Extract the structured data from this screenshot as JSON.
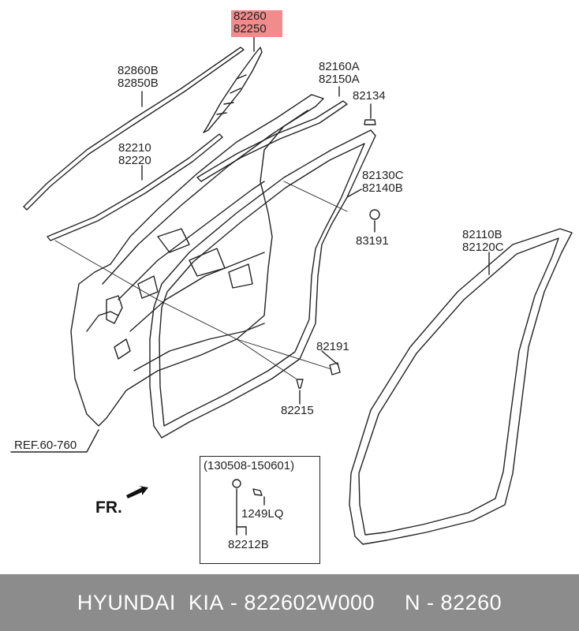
{
  "parts": {
    "p82260": "82260",
    "p82250": "82250",
    "p82860B": "82860B",
    "p82850B": "82850B",
    "p82160A": "82160A",
    "p82150A": "82150A",
    "p82134": "82134",
    "p82210": "82210",
    "p82220": "82220",
    "p82130C": "82130C",
    "p82140B": "82140B",
    "p83191": "83191",
    "p82110B": "82110B",
    "p82120C": "82120C",
    "p82191": "82191",
    "p82215": "82215",
    "p1249LQ": "1249LQ",
    "p82212B": "82212B"
  },
  "highlight_color": "#f28c8c",
  "reference": "REF.60-760",
  "direction_label": "FR.",
  "inset": {
    "date_range": "(130508-150601)"
  },
  "footer": {
    "brand": "HYUNDAI  KIA",
    "separator": " - ",
    "part_number": "822602W000",
    "n_prefix": "N - ",
    "n_value": "82260",
    "background": "#8c8c8c",
    "text_color": "#ffffff"
  }
}
